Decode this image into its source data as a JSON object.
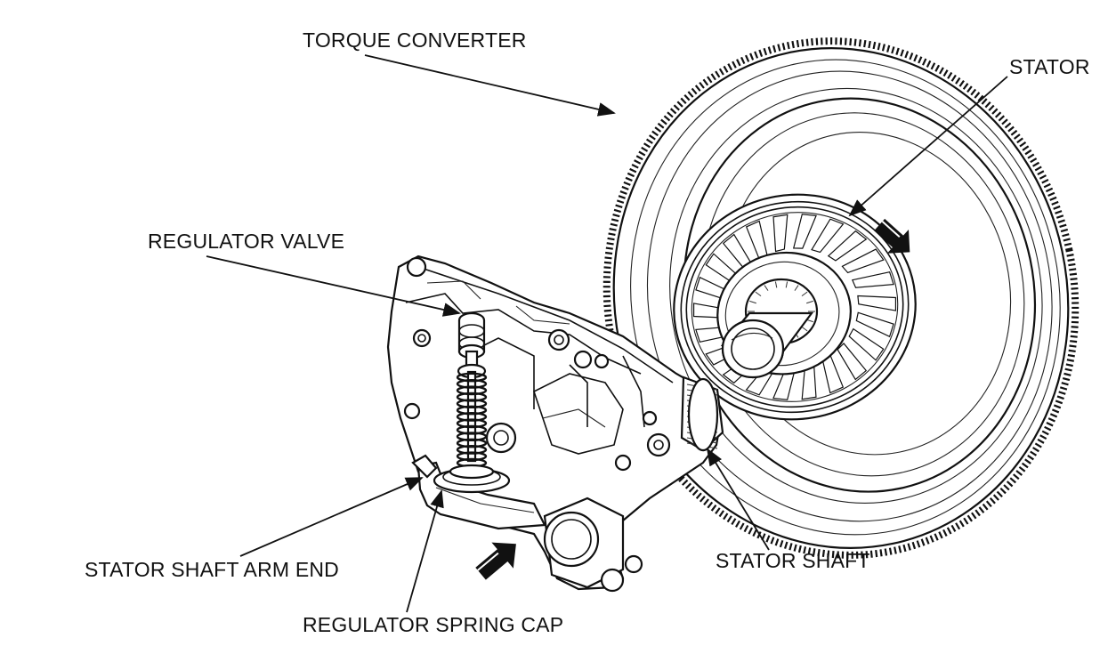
{
  "labels": {
    "torque_converter": "TORQUE CONVERTER",
    "stator": "STATOR",
    "regulator_valve": "REGULATOR VALVE",
    "stator_shaft_arm_end": "STATOR SHAFT ARM END",
    "stator_shaft": "STATOR SHAFT",
    "regulator_spring_cap": "REGULATOR SPRING CAP"
  },
  "colors": {
    "line": "#111111",
    "background": "#ffffff"
  },
  "icons": {
    "rotation_arrow": "rotation-arrow-icon",
    "push_arrow": "push-arrow-icon"
  }
}
